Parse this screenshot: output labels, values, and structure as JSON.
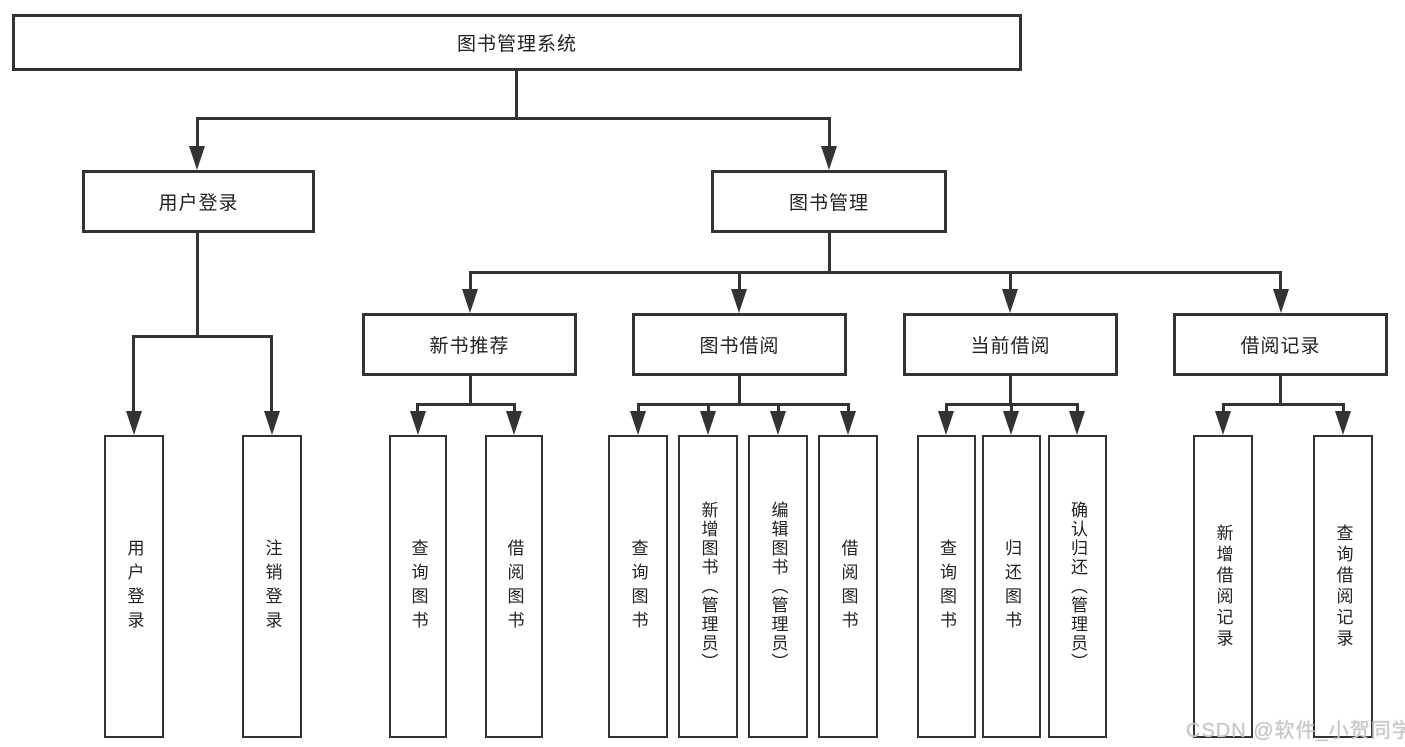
{
  "colors": {
    "line": "#333333",
    "text": "#222222",
    "watermark": "#c8c8c8",
    "background": "#ffffff"
  },
  "watermark": {
    "text": "CSDN @软件_小贺同学"
  },
  "tree": {
    "root": {
      "label": "图书管理系统",
      "children": [
        {
          "label": "用户登录",
          "children": [
            {
              "label": "用户登录"
            },
            {
              "label": "注销登录"
            }
          ]
        },
        {
          "label": "图书管理",
          "children": [
            {
              "label": "新书推荐",
              "children": [
                {
                  "label": "查询图书"
                },
                {
                  "label": "借阅图书"
                }
              ]
            },
            {
              "label": "图书借阅",
              "children": [
                {
                  "label": "查询图书"
                },
                {
                  "label": "新增图书（管理员）"
                },
                {
                  "label": "编辑图书（管理员）"
                },
                {
                  "label": "借阅图书"
                }
              ]
            },
            {
              "label": "当前借阅",
              "children": [
                {
                  "label": "查询图书"
                },
                {
                  "label": "归还图书"
                },
                {
                  "label": "确认归还（管理员）"
                }
              ]
            },
            {
              "label": "借阅记录",
              "children": [
                {
                  "label": "新增借阅记录"
                },
                {
                  "label": "查询借阅记录"
                }
              ]
            }
          ]
        }
      ]
    }
  }
}
